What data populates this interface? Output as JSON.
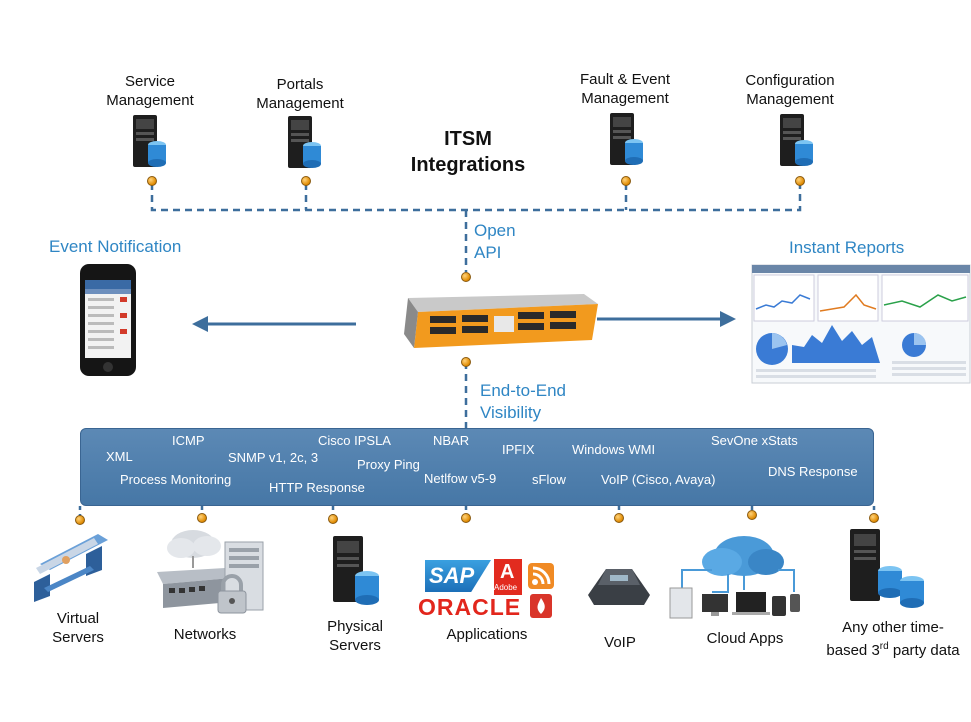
{
  "itsm": {
    "title_line1": "ITSM",
    "title_line2": "Integrations",
    "systems": [
      {
        "line1": "Service",
        "line2": "Management"
      },
      {
        "line1": "Portals",
        "line2": "Management"
      },
      {
        "line1": "Fault & Event",
        "line2": "Management"
      },
      {
        "line1": "Configuration",
        "line2": "Management"
      }
    ]
  },
  "api": {
    "line1": "Open",
    "line2": "API"
  },
  "event_notification": "Event Notification",
  "instant_reports": "Instant Reports",
  "visibility": {
    "line1": "End-to-End",
    "line2": "Visibility"
  },
  "protocols": [
    "XML",
    "ICMP",
    "SNMP v1, 2c, 3",
    "Process Monitoring",
    "Cisco IPSLA",
    "Proxy Ping",
    "HTTP Response",
    "NBAR",
    "IPFIX",
    "Netlfow v5-9",
    "sFlow",
    "Windows WMI",
    "VoIP (Cisco, Avaya)",
    "SevOne xStats",
    "DNS Response"
  ],
  "sources": [
    {
      "line1": "Virtual",
      "line2": "Servers"
    },
    {
      "line1": "Networks",
      "line2": ""
    },
    {
      "line1": "Physical",
      "line2": "Servers"
    },
    {
      "line1": "Applications",
      "line2": ""
    },
    {
      "line1": "VoIP",
      "line2": ""
    },
    {
      "line1": "Cloud Apps",
      "line2": ""
    },
    {
      "line1": "Any other time-",
      "line2_pre": "based 3",
      "line2_sup": "rd",
      "line2_post": " party data"
    }
  ],
  "app_logos": {
    "sap": "SAP",
    "adobe": "Adobe",
    "oracle": "ORACLE"
  },
  "icons": [
    "server-db-icon",
    "appliance-icon",
    "smartphone-icon",
    "report-dashboard-icon",
    "virtual-servers-icon",
    "network-switch-icon",
    "lock-icon",
    "cloud-icon",
    "conference-phone-icon",
    "rss-icon"
  ],
  "colors": {
    "accent_blue": "#2f86c4",
    "band_blue": "#4f80ae",
    "connector_orange": "#e08a00",
    "dashed_line": "#3d6e9c",
    "appliance_orange": "#f29a1e"
  }
}
